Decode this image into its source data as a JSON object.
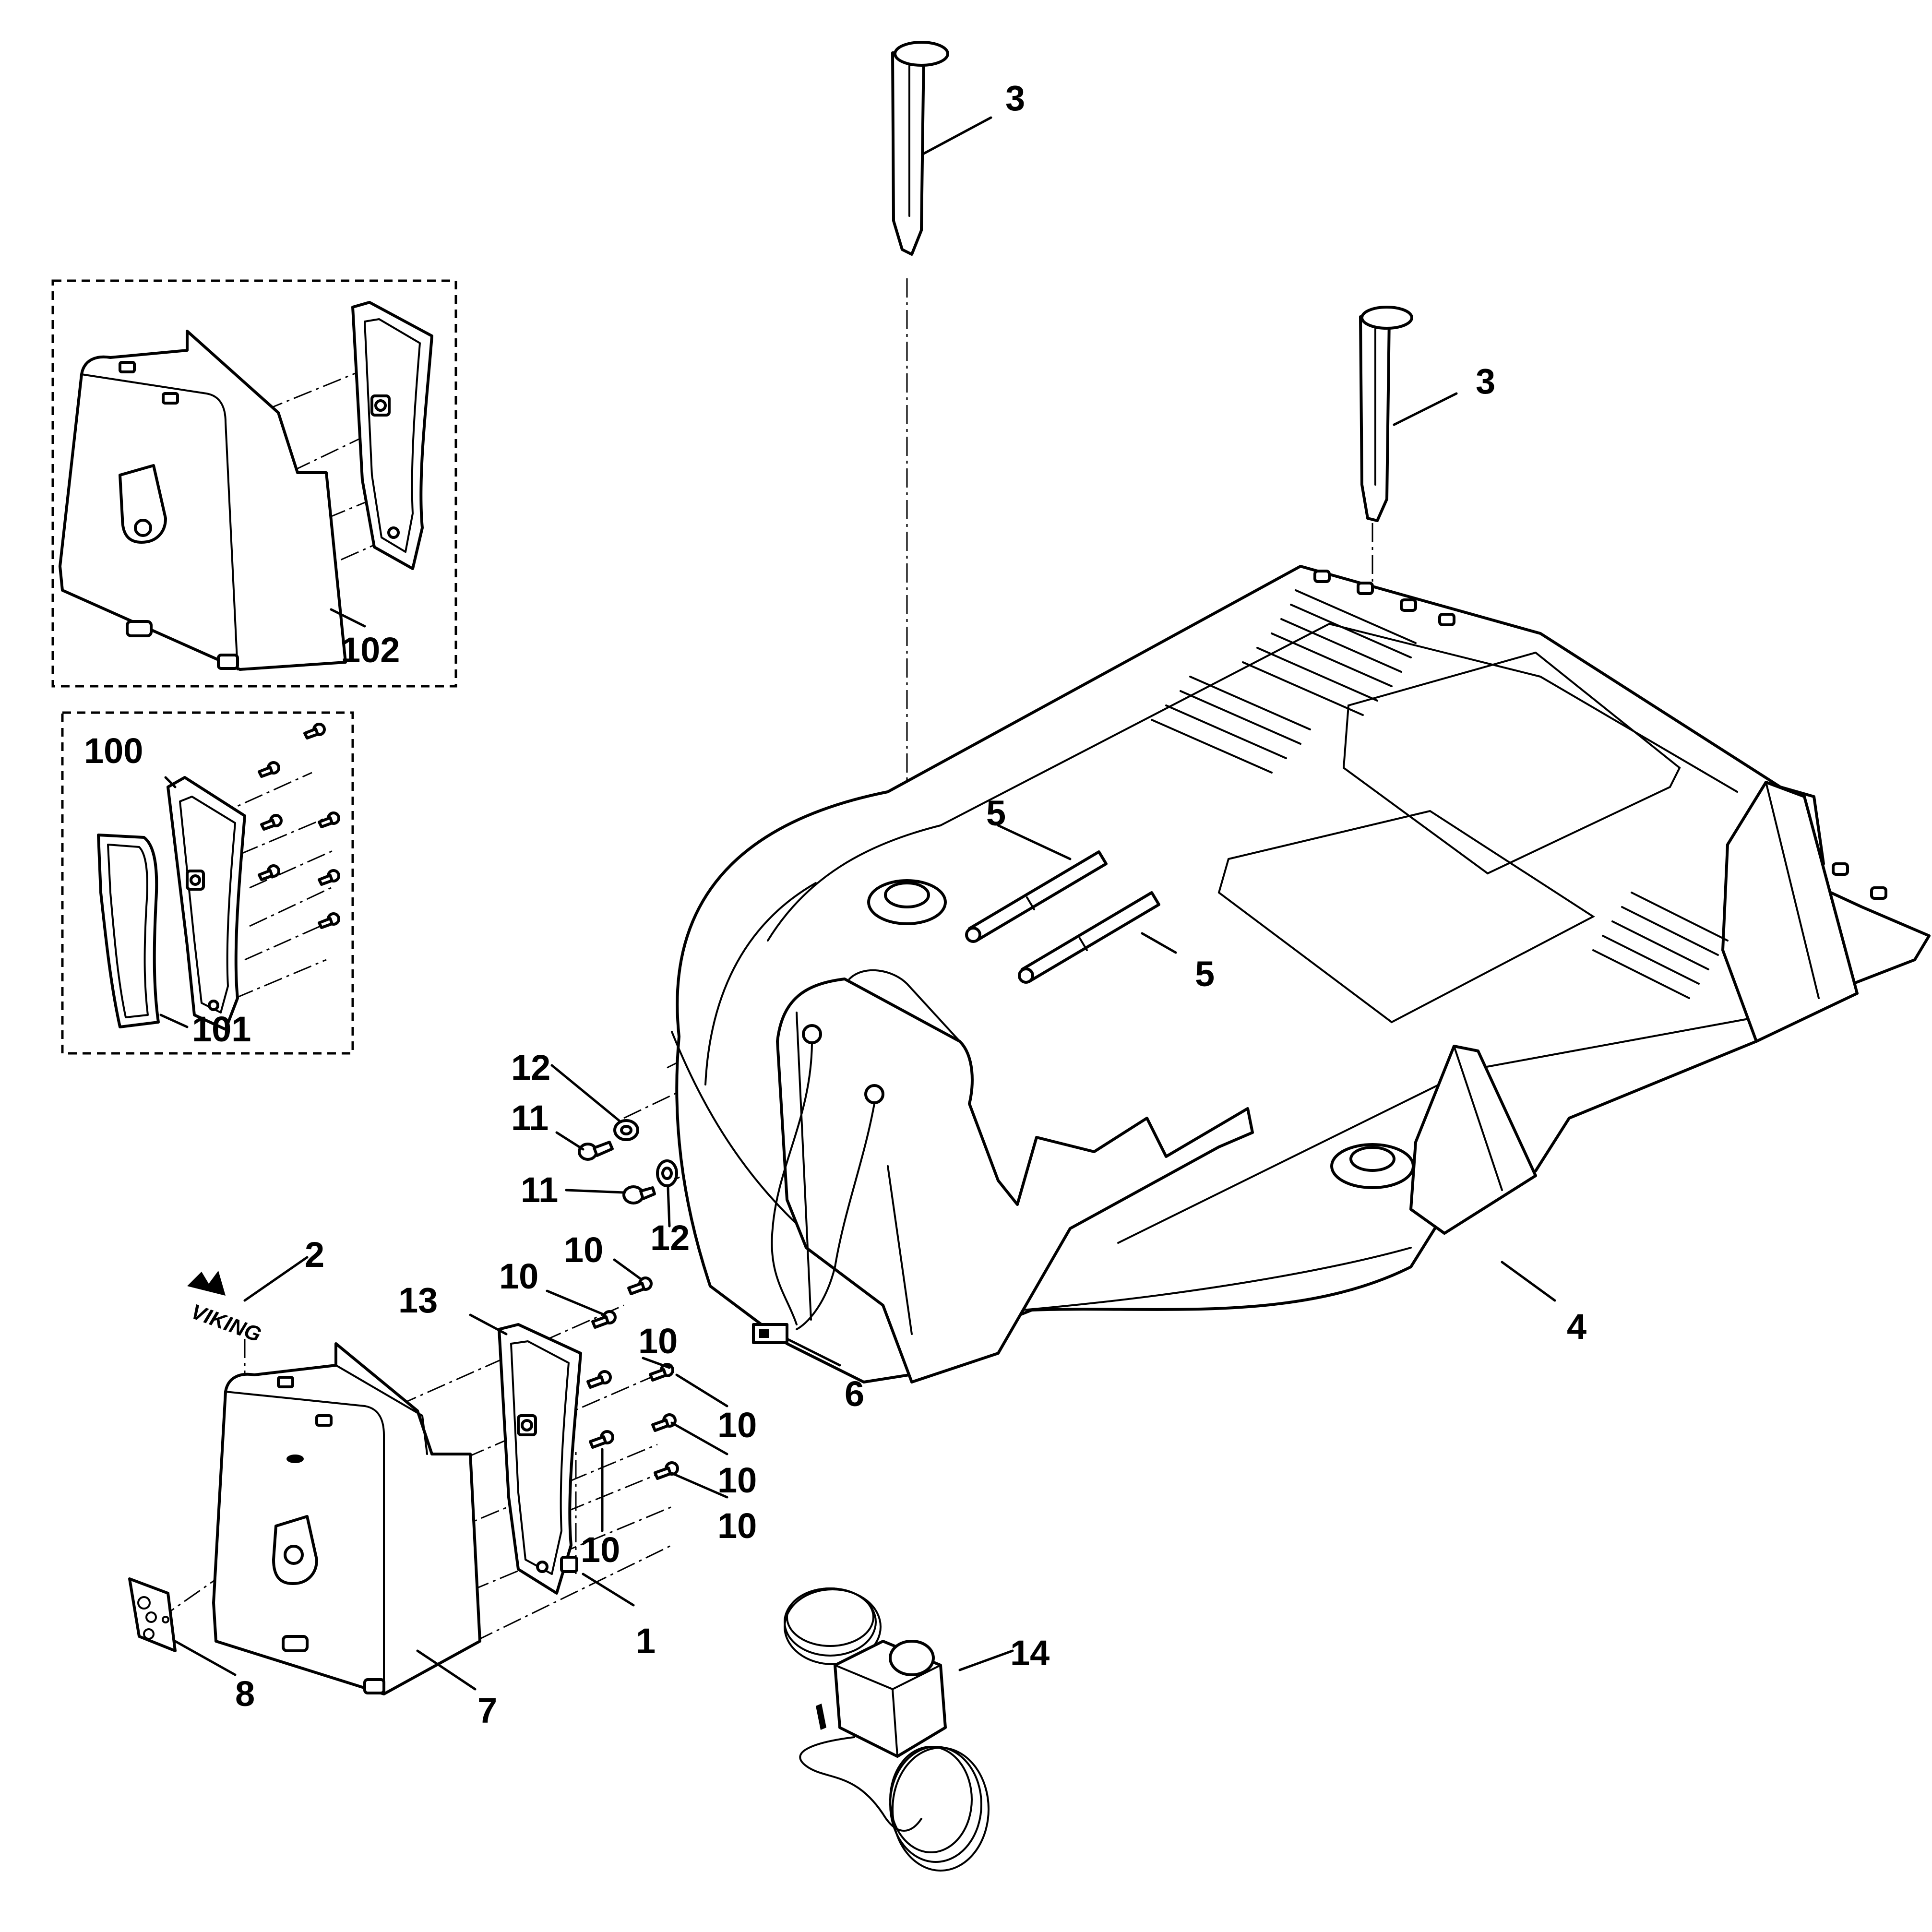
{
  "callouts": {
    "c1": "1",
    "c2": "2",
    "c3a": "3",
    "c3b": "3",
    "c4": "4",
    "c5a": "5",
    "c5b": "5",
    "c6": "6",
    "c7": "7",
    "c8": "8",
    "c10a": "10",
    "c10b": "10",
    "c10c": "10",
    "c10d": "10",
    "c10e": "10",
    "c10f": "10",
    "c10g": "10",
    "c11a": "11",
    "c11b": "11",
    "c12a": "12",
    "c12b": "12",
    "c13": "13",
    "c14": "14",
    "c100": "100",
    "c101": "101",
    "c102": "102"
  },
  "brand": {
    "logo_text": "VIKING"
  }
}
